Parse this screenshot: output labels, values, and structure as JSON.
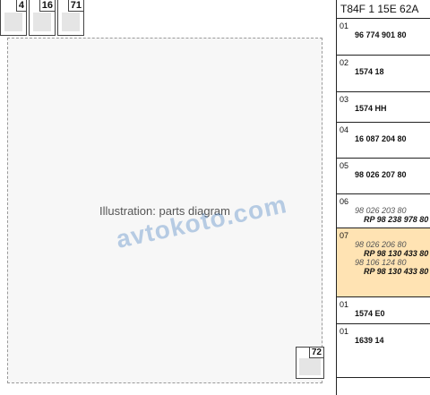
{
  "header": {
    "title": "T84F 1 15E 62A"
  },
  "thumbs": [
    "4",
    "16",
    "71"
  ],
  "watermark": "avtokoto.com",
  "placeholder": "Illustration: parts diagram",
  "rows": [
    {
      "index": "01",
      "ref": "96 774 901 80"
    },
    {
      "index": "02",
      "ref": "1574 18"
    },
    {
      "index": "03",
      "ref": "1574 HH"
    },
    {
      "index": "04",
      "ref": "16 087 204 80"
    },
    {
      "index": "05",
      "ref": "98 026 207 80"
    },
    {
      "index": "06",
      "line1": "98 026 203 80",
      "line2": "RP 98 238 978 80"
    },
    {
      "index": "07",
      "line1": "98 026 206 80",
      "line2": "RP 98 130 433 80",
      "line3": "98 106 124 80",
      "line4": "RP 98 130 433 80"
    },
    {
      "index": "01",
      "ref": "1574 E0"
    },
    {
      "index": "01",
      "ref": "1639 14"
    }
  ],
  "bottom_thumb": "72"
}
